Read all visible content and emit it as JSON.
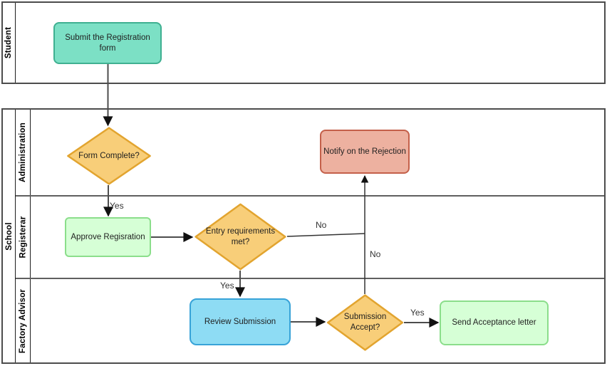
{
  "pools": [
    {
      "label": "Student",
      "lanes": []
    },
    {
      "label": "School",
      "lanes": [
        {
          "label": "Administration"
        },
        {
          "label": "Registerar"
        },
        {
          "label": "Factory Advisor"
        }
      ]
    }
  ],
  "nodes": {
    "submit": {
      "label": "Submit the Registration form",
      "type": "task"
    },
    "form_complete": {
      "label": "Form Complete?",
      "type": "decision"
    },
    "notify": {
      "label": "Notify on the Rejection",
      "type": "task"
    },
    "approve": {
      "label": "Approve Regisration",
      "type": "task"
    },
    "entry": {
      "label": "Entry requirements met?",
      "type": "decision"
    },
    "review": {
      "label": "Review Submission",
      "type": "task"
    },
    "submission": {
      "label": "Submission Accept?",
      "type": "decision"
    },
    "send": {
      "label": "Send Acceptance letter",
      "type": "task"
    }
  },
  "edge_labels": {
    "form_complete_yes": "Yes",
    "entry_no": "No",
    "entry_yes": "Yes",
    "submission_no": "No",
    "submission_yes": "Yes"
  },
  "colors": {
    "task_teal_fill": "#7CE0C5",
    "task_teal_border": "#3FB091",
    "decision_fill": "#F8CE79",
    "decision_border": "#E2A42F",
    "task_green_fill": "#D6FFD6",
    "task_green_border": "#8BDE8B",
    "task_salmon_fill": "#EDB1A0",
    "task_salmon_border": "#C4604A",
    "task_blue_fill": "#8EDCF4",
    "task_blue_border": "#38A3D8",
    "connector": "#4D4D4D",
    "pool_border": "#4C4C4C"
  }
}
